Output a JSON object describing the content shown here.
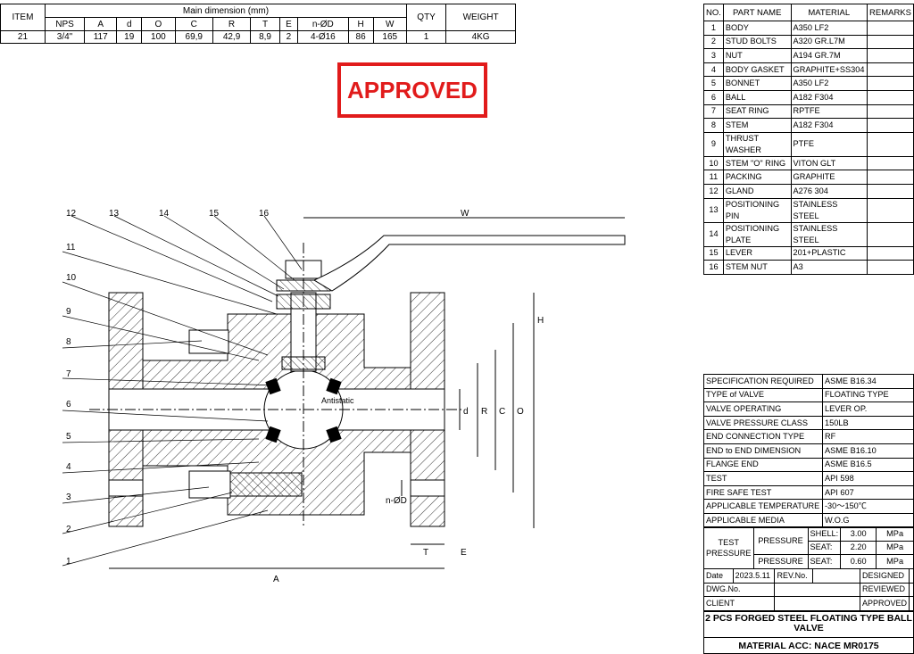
{
  "dimension_table": {
    "item_header": "ITEM",
    "main_header": "Main dimension (mm)",
    "qty_header": "QTY",
    "weight_header": "WEIGHT",
    "columns": [
      "NPS",
      "A",
      "d",
      "O",
      "C",
      "R",
      "T",
      "E",
      "n-ØD",
      "H",
      "W"
    ],
    "row": {
      "item": "21",
      "values": [
        "3/4\"",
        "117",
        "19",
        "100",
        "69,9",
        "42,9",
        "8,9",
        "2",
        "4-Ø16",
        "86",
        "165"
      ],
      "qty": "1",
      "weight": "4KG"
    }
  },
  "stamp": {
    "text": "APPROVED",
    "color": "#e11b1b"
  },
  "parts_table": {
    "headers": [
      "NO.",
      "PART NAME",
      "MATERIAL",
      "REMARKS"
    ],
    "rows": [
      {
        "no": "1",
        "name": "BODY",
        "material": "A350 LF2"
      },
      {
        "no": "2",
        "name": "STUD BOLTS",
        "material": "A320 GR.L7M"
      },
      {
        "no": "3",
        "name": "NUT",
        "material": "A194 GR.7M"
      },
      {
        "no": "4",
        "name": "BODY GASKET",
        "material": "GRAPHITE+SS304"
      },
      {
        "no": "5",
        "name": "BONNET",
        "material": "A350 LF2"
      },
      {
        "no": "6",
        "name": "BALL",
        "material": "A182 F304"
      },
      {
        "no": "7",
        "name": "SEAT RING",
        "material": "RPTFE"
      },
      {
        "no": "8",
        "name": "STEM",
        "material": "A182 F304"
      },
      {
        "no": "9",
        "name": "THRUST WASHER",
        "material": "PTFE"
      },
      {
        "no": "10",
        "name": "STEM \"O\" RING",
        "material": "VITON GLT"
      },
      {
        "no": "11",
        "name": "PACKING",
        "material": "GRAPHITE"
      },
      {
        "no": "12",
        "name": "GLAND",
        "material": "A276 304"
      },
      {
        "no": "13",
        "name": "POSITIONING PIN",
        "material": "STAINLESS STEEL"
      },
      {
        "no": "14",
        "name": "POSITIONING PLATE",
        "material": "STAINLESS STEEL"
      },
      {
        "no": "15",
        "name": "LEVER",
        "material": "201+PLASTIC"
      },
      {
        "no": "16",
        "name": "STEM NUT",
        "material": "A3"
      }
    ]
  },
  "spec_table": [
    {
      "label": "SPECIFICATION REQUIRED",
      "value": "ASME B16.34"
    },
    {
      "label": "TYPE of VALVE",
      "value": "FLOATING TYPE"
    },
    {
      "label": "VALVE OPERATING",
      "value": "LEVER OP."
    },
    {
      "label": "VALVE PRESSURE CLASS",
      "value": "150LB"
    },
    {
      "label": "END CONNECTION TYPE",
      "value": "RF"
    },
    {
      "label": "END to END DIMENSION",
      "value": "ASME B16.10"
    },
    {
      "label": "FLANGE END",
      "value": "ASME B16.5"
    },
    {
      "label": "TEST",
      "value": "API 598"
    },
    {
      "label": "FIRE SAFE TEST",
      "value": "API 607"
    },
    {
      "label": "APPLICABLE TEMPERATURE",
      "value": "-30～150℃"
    },
    {
      "label": "APPLICABLE MEDIA",
      "value": "W.O.G"
    }
  ],
  "pressure": {
    "test_label": "TEST PRESSURE",
    "pressure_label": "PRESSURE",
    "shell_label": "SHELL:",
    "shell_value": "3.00",
    "seat_label": "SEAT:",
    "seat_value_1": "2.20",
    "seat_value_2": "0.60",
    "unit": "MPa"
  },
  "info": {
    "date_label": "Date",
    "date_value": "2023.5.11",
    "rev_label": "REV.No.",
    "designed": "DESIGNED",
    "dwg_label": "DWG.No.",
    "reviewed": "REVIEWED",
    "client_label": "CLIENT",
    "approved": "APPROVED"
  },
  "title": {
    "line1": "2 PCS FORGED STEEL FLOATING TYPE BALL VALVE",
    "line2": "MATERIAL ACC: NACE MR0175"
  },
  "drawing": {
    "callouts": [
      "1",
      "2",
      "3",
      "4",
      "5",
      "6",
      "7",
      "8",
      "9",
      "10",
      "11",
      "12",
      "13",
      "14",
      "15",
      "16"
    ],
    "dim_labels": {
      "W": "W",
      "H": "H",
      "A": "A",
      "T": "T",
      "E": "E",
      "d": "d",
      "R": "R",
      "C": "C",
      "O": "O",
      "nD": "n-ØD"
    },
    "antistatic": "Antistatic"
  }
}
